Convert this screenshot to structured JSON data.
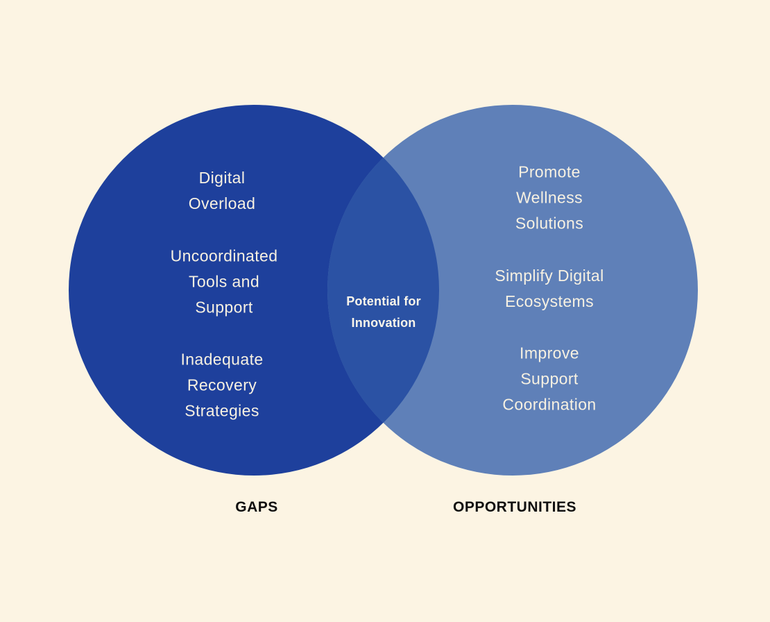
{
  "diagram": {
    "type": "venn",
    "left_set": {
      "label": "GAPS",
      "items": [
        "Digital\nOverload",
        "Uncoordinated\nTools and\nSupport",
        "Inadequate\nRecovery\nStrategies"
      ]
    },
    "right_set": {
      "label": "OPPORTUNITIES",
      "items": [
        "Promote\nWellness\nSolutions",
        "Simplify Digital\nEcosystems",
        "Improve\nSupport\nCoordination"
      ]
    },
    "intersection": {
      "text": "Potential for\nInnovation"
    }
  },
  "colors": {
    "background": "#FCF4E3",
    "left_circle": "#1E409C",
    "right_circle": "#5F80B8",
    "overlap": "#2B52A4",
    "circle_text": "#F7F1E2",
    "label_text": "#0F0F0F"
  }
}
